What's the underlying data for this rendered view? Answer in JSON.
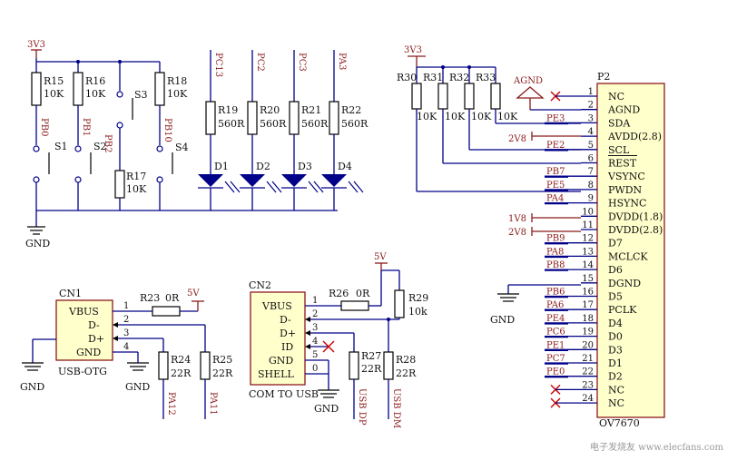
{
  "power": {
    "v33": "3V3",
    "v5": "5V",
    "gnd": "GND",
    "agnd": "AGND",
    "v2v8": "2V8",
    "v1v8": "1V8"
  },
  "switches": [
    {
      "res": "R15",
      "val": "10K",
      "net": "PB0",
      "sw": "S1"
    },
    {
      "res": "R16",
      "val": "10K",
      "net": "PB1",
      "sw": "S2"
    },
    {
      "res": "R17",
      "val": "10K",
      "net": "PB2",
      "sw": "S3"
    },
    {
      "res": "R18",
      "val": "10K",
      "net": "PB10",
      "sw": "S4"
    }
  ],
  "leds": [
    {
      "net": "PC13",
      "res": "R19",
      "val": "560R",
      "led": "D1"
    },
    {
      "net": "PC2",
      "res": "R20",
      "val": "560R",
      "led": "D2"
    },
    {
      "net": "PC3",
      "res": "R21",
      "val": "560R",
      "led": "D3"
    },
    {
      "net": "PA3",
      "res": "R22",
      "val": "560R",
      "led": "D4"
    }
  ],
  "pullups": [
    {
      "res": "R30",
      "val": "10K"
    },
    {
      "res": "R31",
      "val": "10K"
    },
    {
      "res": "R32",
      "val": "10K"
    },
    {
      "res": "R33",
      "val": "10K"
    }
  ],
  "connector": {
    "ref": "P2",
    "name": "OV7670",
    "pins": [
      {
        "n": "1",
        "name": "NC",
        "net": ""
      },
      {
        "n": "2",
        "name": "AGND",
        "net": ""
      },
      {
        "n": "3",
        "name": "SDA",
        "net": "PE3"
      },
      {
        "n": "4",
        "name": "AVDD(2.8)",
        "net": ""
      },
      {
        "n": "5",
        "name": "SCL",
        "net": "PE2"
      },
      {
        "n": "6",
        "name": "REST",
        "net": ""
      },
      {
        "n": "7",
        "name": "VSYNC",
        "net": "PB7"
      },
      {
        "n": "8",
        "name": "PWDN",
        "net": "PE5"
      },
      {
        "n": "9",
        "name": "HSYNC",
        "net": "PA4"
      },
      {
        "n": "10",
        "name": "DVDD(1.8)",
        "net": ""
      },
      {
        "n": "11",
        "name": "DVDD(2.8)",
        "net": ""
      },
      {
        "n": "12",
        "name": "D7",
        "net": "PB9"
      },
      {
        "n": "13",
        "name": "MCLCK",
        "net": "PA8"
      },
      {
        "n": "14",
        "name": "D6",
        "net": "PB8"
      },
      {
        "n": "15",
        "name": "DGND",
        "net": ""
      },
      {
        "n": "16",
        "name": "D5",
        "net": "PB6"
      },
      {
        "n": "17",
        "name": "PCLK",
        "net": "PA6"
      },
      {
        "n": "18",
        "name": "D4",
        "net": "PE4"
      },
      {
        "n": "19",
        "name": "D0",
        "net": "PC6"
      },
      {
        "n": "20",
        "name": "D3",
        "net": "PE1"
      },
      {
        "n": "21",
        "name": "D1",
        "net": "PC7"
      },
      {
        "n": "22",
        "name": "D2",
        "net": "PE0"
      },
      {
        "n": "23",
        "name": "NC",
        "net": ""
      },
      {
        "n": "24",
        "name": "NC",
        "net": ""
      }
    ]
  },
  "cn1": {
    "ref": "CN1",
    "caption": "USB-OTG",
    "pins": [
      {
        "n": "1",
        "name": "VBUS"
      },
      {
        "n": "2",
        "name": "D-"
      },
      {
        "n": "3",
        "name": "D+"
      },
      {
        "n": "4",
        "name": "GND"
      }
    ],
    "r23": "R23",
    "r23val": "0R",
    "r24": "R24",
    "r24val": "22R",
    "r24net": "PA12",
    "r25": "R25",
    "r25val": "22R",
    "r25net": "PA11"
  },
  "cn2": {
    "ref": "CN2",
    "caption": "COM TO USB",
    "pins": [
      {
        "n": "1",
        "name": "VBUS"
      },
      {
        "n": "2",
        "name": "D-"
      },
      {
        "n": "3",
        "name": "D+"
      },
      {
        "n": "4",
        "name": "ID"
      },
      {
        "n": "5",
        "name": "GND"
      },
      {
        "n": "0",
        "name": "SHELL"
      }
    ],
    "r26": "R26",
    "r26val": "0R",
    "r29": "R29",
    "r29val": "10k",
    "r27": "R27",
    "r27val": "22R",
    "r27net": "USB DP",
    "r28": "R28",
    "r28val": "22R",
    "r28net": "USB DM"
  },
  "watermark": "电子发烧友 www.elecfans.com"
}
